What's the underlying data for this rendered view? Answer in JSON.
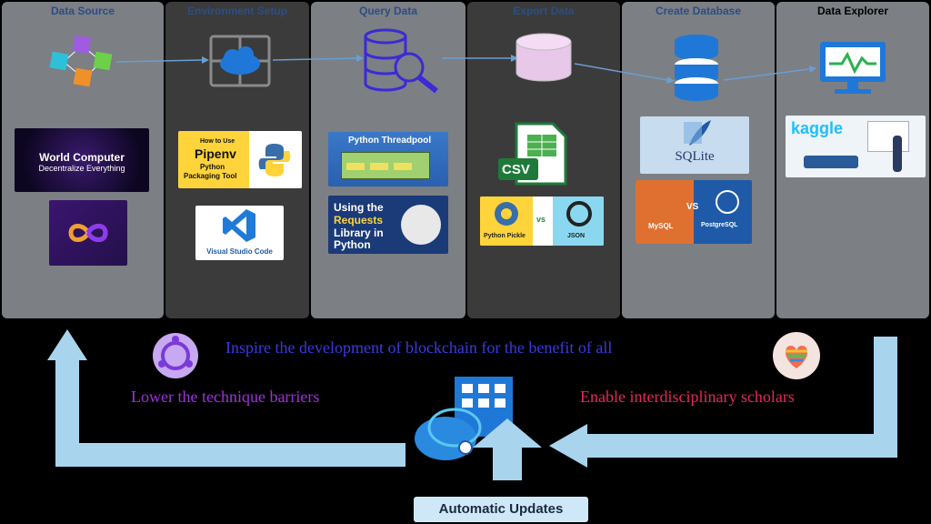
{
  "stages": [
    {
      "title": "Data Source"
    },
    {
      "title": "Environment Setup"
    },
    {
      "title": "Query Data"
    },
    {
      "title": "Export Data"
    },
    {
      "title": "Create Database"
    },
    {
      "title": "Data Explorer"
    }
  ],
  "cards": {
    "world_computer_title": "World Computer",
    "world_computer_sub": "Decentralize Everything",
    "pipenv_how": "How to Use",
    "pipenv_name": "Pipenv",
    "pipenv_desc1": "Python",
    "pipenv_desc2": "Packaging Tool",
    "vscode": "Visual Studio Code",
    "threadpool": "Python Threadpool",
    "requests_l1": "Using the",
    "requests_l2": "Requests",
    "requests_l3": "Library in",
    "requests_l4": "Python",
    "csv": "CSV",
    "pickle": "Python Pickle",
    "vs": "vs",
    "json": "JSON",
    "sqlite": "SQLite",
    "mysql": "MySQL",
    "vs2": "VS",
    "postgres": "PostgreSQL",
    "kaggle": "kaggle"
  },
  "messages": {
    "inspire": "Inspire the development of blockchain for the benefit of all",
    "lower": "Lower the technique barriers",
    "enable": "Enable interdisciplinary scholars"
  },
  "bottom": {
    "label": "Automatic Updates"
  },
  "colors": {
    "panel_light": "#7c7f84",
    "panel_dark": "#3b3b3b",
    "title_blue": "#2a4e86",
    "inspire": "#3a3ae0",
    "lower": "#a030e0",
    "enable": "#e8285a",
    "arrow": "#a9d4ee"
  }
}
